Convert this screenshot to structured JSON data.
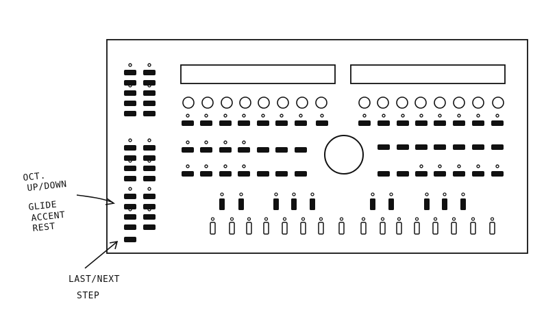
{
  "annotations": {
    "oct_label": [
      "OCT.",
      "UP/DOWN"
    ],
    "glide_label": "GLIDE",
    "accent_label": "ACCENT",
    "rest_label": "REST",
    "step_label": [
      "LAST/NEXT",
      "STEP"
    ]
  },
  "colors": {
    "ink": "#111111",
    "paper": "#ffffff"
  }
}
